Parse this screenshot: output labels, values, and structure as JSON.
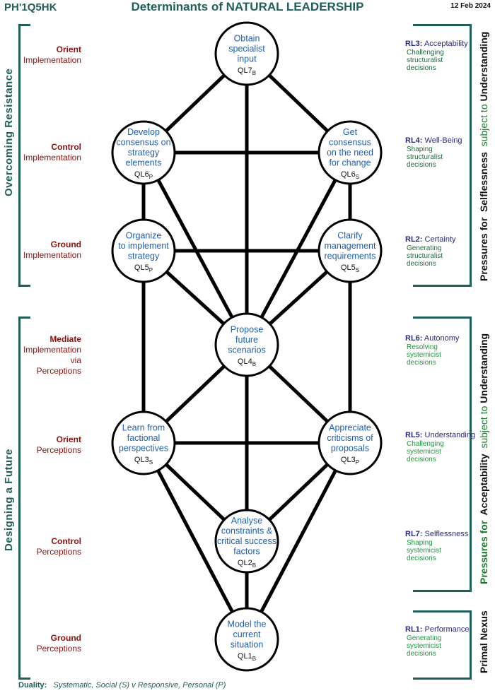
{
  "header": {
    "id": "PH'1Q5HK",
    "title": "Determinants of  NATURAL LEADERSHIP",
    "date": "12 Feb 2024"
  },
  "left_groups": [
    {
      "label": "Overcoming  Resistance"
    },
    {
      "label": "Designing  a  Future"
    }
  ],
  "left_labels": [
    {
      "bold": "Orient",
      "lines": [
        "Implementation"
      ]
    },
    {
      "bold": "Control",
      "lines": [
        "Implementation"
      ]
    },
    {
      "bold": "Ground",
      "lines": [
        "Implementation"
      ]
    },
    {
      "bold": "Mediate",
      "lines": [
        "Implementation",
        "via",
        "Perceptions"
      ]
    },
    {
      "bold": "Orient",
      "lines": [
        "Perceptions"
      ]
    },
    {
      "bold": "Control",
      "lines": [
        "Perceptions"
      ]
    },
    {
      "bold": "Ground",
      "lines": [
        "Perceptions"
      ]
    }
  ],
  "nodes": [
    {
      "id": "QL7B",
      "lines": [
        "Obtain",
        "specialist",
        "input"
      ],
      "code": "QL7",
      "sub": "B"
    },
    {
      "id": "QL6P",
      "lines": [
        "Develop",
        "consensus on",
        "strategy",
        "elements"
      ],
      "code": "QL6",
      "sub": "P"
    },
    {
      "id": "QL6S",
      "lines": [
        "Get",
        "consensus",
        "on the need",
        "for change"
      ],
      "code": "QL6",
      "sub": "S"
    },
    {
      "id": "QL5P",
      "lines": [
        "Organize",
        "to implement",
        "strategy"
      ],
      "code": "QL5",
      "sub": "P"
    },
    {
      "id": "QL5S",
      "lines": [
        "Clarify",
        "management",
        "requirements"
      ],
      "code": "QL5",
      "sub": "S"
    },
    {
      "id": "QL4B",
      "lines": [
        "Propose",
        "future",
        "scenarios"
      ],
      "code": "QL4",
      "sub": "B"
    },
    {
      "id": "QL3S",
      "lines": [
        "Learn from",
        "factional",
        "perspectives"
      ],
      "code": "QL3",
      "sub": "S"
    },
    {
      "id": "QL3P",
      "lines": [
        "Appreciate",
        "criticisms of",
        "proposals"
      ],
      "code": "QL3",
      "sub": "P"
    },
    {
      "id": "QL2B",
      "lines": [
        "Analyse",
        "constraints &",
        "critical success",
        "factors"
      ],
      "code": "QL2",
      "sub": "B"
    },
    {
      "id": "QL1B",
      "lines": [
        "Model the",
        "current",
        "situation"
      ],
      "code": "QL1",
      "sub": "B"
    }
  ],
  "right_levels": [
    {
      "code": "RL3:",
      "name": "Acceptability",
      "desc": [
        "Challenging",
        "structuralist",
        "decisions"
      ],
      "color": "#1e6b3a"
    },
    {
      "code": "RL4:",
      "name": "Well-Being",
      "desc": [
        "Shaping",
        "structuralist",
        "decisions"
      ],
      "color": "#1e6b3a"
    },
    {
      "code": "RL2:",
      "name": "Certainty",
      "desc": [
        "Generating",
        "structuralist",
        "decisions"
      ],
      "color": "#1e6b3a"
    },
    {
      "code": "RL6:",
      "name": "Autonomy",
      "desc": [
        "Resolving",
        "systemicist",
        "decisions"
      ],
      "color": "#1a9a3a"
    },
    {
      "code": "RL5:",
      "name": "Understanding",
      "desc": [
        "Challenging",
        "systemicist",
        "decisions"
      ],
      "color": "#1a9a3a"
    },
    {
      "code": "RL7:",
      "name": "Selflessness",
      "desc": [
        "Shaping",
        "systemicist",
        "decisions"
      ],
      "color": "#1a9a3a"
    },
    {
      "code": "RL1:",
      "name": "Performance",
      "desc": [
        "Generating",
        "systemicist",
        "decisions"
      ],
      "color": "#1a9a3a"
    }
  ],
  "right_groups": [
    {
      "pre": "Pressures for",
      "key": "Selflessness",
      "mid": "subject to",
      "end": "Understanding"
    },
    {
      "pre": "Pressures for",
      "key": "Acceptability",
      "mid": "subject to",
      "end": "Understanding"
    },
    {
      "pre": "",
      "key": "Primal Nexus",
      "mid": "",
      "end": ""
    }
  ],
  "footer": {
    "label": "Duality:",
    "text": "Systematic, Social (S)  v  Responsive, Personal (P)"
  },
  "edges": [
    [
      "QL7B",
      "QL6P"
    ],
    [
      "QL7B",
      "QL6S"
    ],
    [
      "QL7B",
      "QL4B"
    ],
    [
      "QL6P",
      "QL6S"
    ],
    [
      "QL6P",
      "QL5P"
    ],
    [
      "QL6P",
      "QL4B"
    ],
    [
      "QL6S",
      "QL5S"
    ],
    [
      "QL6S",
      "QL4B"
    ],
    [
      "QL5P",
      "QL5S"
    ],
    [
      "QL5P",
      "QL4B"
    ],
    [
      "QL5P",
      "QL3S"
    ],
    [
      "QL5S",
      "QL4B"
    ],
    [
      "QL5S",
      "QL3P"
    ],
    [
      "QL4B",
      "QL3S"
    ],
    [
      "QL4B",
      "QL3P"
    ],
    [
      "QL4B",
      "QL2B"
    ],
    [
      "QL3S",
      "QL3P"
    ],
    [
      "QL3S",
      "QL2B"
    ],
    [
      "QL3S",
      "QL1B"
    ],
    [
      "QL3P",
      "QL2B"
    ],
    [
      "QL3P",
      "QL1B"
    ],
    [
      "QL2B",
      "QL1B"
    ]
  ]
}
